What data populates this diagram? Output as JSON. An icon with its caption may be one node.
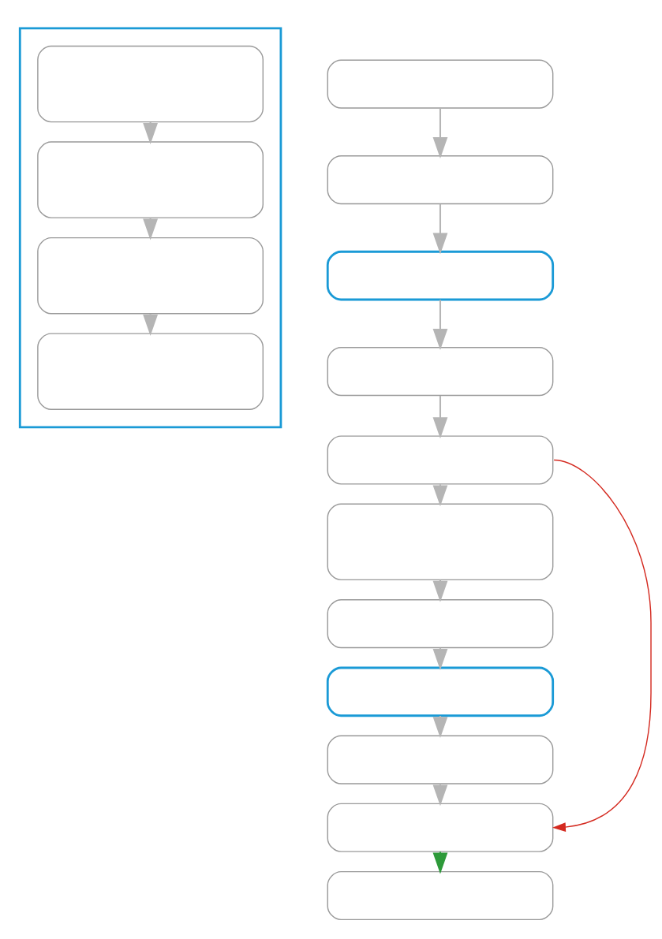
{
  "diagram": {
    "nodes": [
      {
        "text": [],
        "shape": "box"
      },
      {
        "text": [],
        "shape": "box",
        "in": 0
      },
      {
        "text": [],
        "shape": "box",
        "in": 0
      },
      {
        "text": [],
        "shape": "box",
        "in": 0
      },
      {
        "text": [],
        "shape": "box",
        "in": 0
      },
      {
        "text": [],
        "shape": "box"
      },
      {
        "text": [],
        "shape": "box"
      },
      {
        "text": [],
        "shape": "box"
      },
      {
        "text": [],
        "shape": "box"
      },
      {
        "text": [],
        "shape": "box"
      },
      {
        "text": [],
        "shape": "box"
      },
      {
        "text": [],
        "shape": "box"
      },
      {
        "text": [],
        "shape": "box"
      },
      {
        "text": [],
        "shape": "box"
      },
      {
        "text": [],
        "shape": "box"
      },
      {
        "text": [],
        "shape": "box"
      }
    ],
    "edges": [
      {
        "from": 1,
        "to": 2,
        "arrow": "to"
      },
      {
        "from": 2,
        "to": 3,
        "arrow": "to"
      },
      {
        "from": 3,
        "to": 4,
        "arrow": "to"
      },
      {
        "from": 5,
        "to": 6,
        "arrow": "to"
      },
      {
        "from": 6,
        "to": 7,
        "arrow": "to"
      },
      {
        "from": 7,
        "to": 8,
        "arrow": "to"
      },
      {
        "from": 8,
        "to": 9,
        "arrow": "to"
      },
      {
        "from": 9,
        "to": 10,
        "arrow": "to"
      },
      {
        "from": 10,
        "to": 11,
        "arrow": "to"
      },
      {
        "from": 11,
        "to": 12,
        "arrow": "to"
      },
      {
        "from": 12,
        "to": 13,
        "arrow": "to"
      },
      {
        "from": 13,
        "to": 14,
        "arrow": "to"
      },
      {
        "from": 9,
        "to": 14,
        "arrow": "to",
        "color": "#d42a20"
      },
      {
        "from": 14,
        "to": 15,
        "arrow": "to",
        "color": "#2e9a3a"
      }
    ]
  }
}
